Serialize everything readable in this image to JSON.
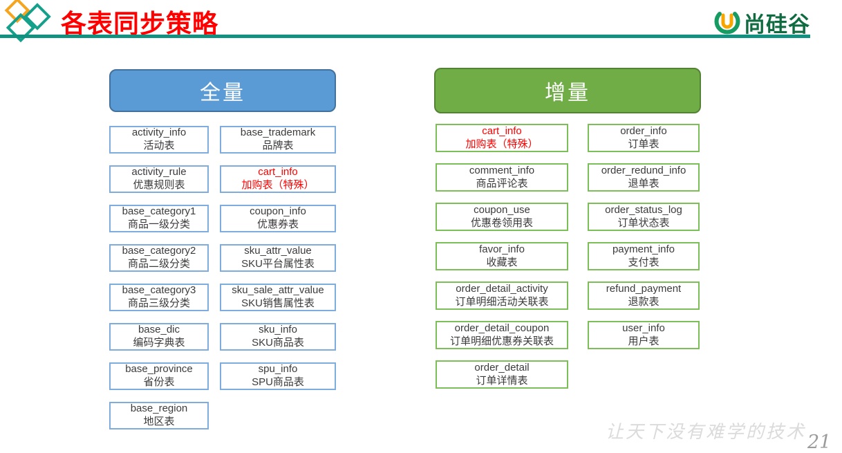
{
  "slide": {
    "title": "各表同步策略",
    "logo": {
      "text": "尚硅谷",
      "icon": "u-logo-icon"
    },
    "watermark": "让天下没有难学的技术",
    "page_number": "21"
  },
  "full": {
    "header": "全量",
    "col1": [
      {
        "name": "activity_info",
        "desc": "活动表"
      },
      {
        "name": "activity_rule",
        "desc": "优惠规则表"
      },
      {
        "name": "base_category1",
        "desc": "商品一级分类"
      },
      {
        "name": "base_category2",
        "desc": "商品二级分类"
      },
      {
        "name": "base_category3",
        "desc": "商品三级分类"
      },
      {
        "name": "base_dic",
        "desc": "编码字典表"
      },
      {
        "name": "base_province",
        "desc": "省份表"
      },
      {
        "name": "base_region",
        "desc": "地区表"
      }
    ],
    "col2": [
      {
        "name": "base_trademark",
        "desc": "品牌表"
      },
      {
        "name": "cart_info",
        "desc": "加购表（特殊）",
        "highlight": "red"
      },
      {
        "name": "coupon_info",
        "desc": "优惠券表"
      },
      {
        "name": "sku_attr_value",
        "desc": "SKU平台属性表"
      },
      {
        "name": "sku_sale_attr_value",
        "desc": "SKU销售属性表"
      },
      {
        "name": "sku_info",
        "desc": "SKU商品表"
      },
      {
        "name": "spu_info",
        "desc": "SPU商品表"
      }
    ]
  },
  "incr": {
    "header": "增量",
    "col1": [
      {
        "name": "cart_info",
        "desc": "加购表（特殊）",
        "highlight": "red"
      },
      {
        "name": "comment_info",
        "desc": "商品评论表"
      },
      {
        "name": "coupon_use",
        "desc": "优惠卷领用表"
      },
      {
        "name": "favor_info",
        "desc": "收藏表"
      },
      {
        "name": "order_detail_activity",
        "desc": "订单明细活动关联表"
      },
      {
        "name": "order_detail_coupon",
        "desc": "订单明细优惠券关联表"
      },
      {
        "name": "order_detail",
        "desc": "订单详情表"
      }
    ],
    "col2": [
      {
        "name": "order_info",
        "desc": "订单表"
      },
      {
        "name": "order_redund_info",
        "desc": "退单表"
      },
      {
        "name": "order_status_log",
        "desc": "订单状态表"
      },
      {
        "name": "payment_info",
        "desc": "支付表"
      },
      {
        "name": "refund_payment",
        "desc": "退款表"
      },
      {
        "name": "user_info",
        "desc": "用户表"
      }
    ]
  },
  "colors": {
    "title_red": "#FF0000",
    "full_header_fill": "#5B9BD5",
    "full_header_border": "#41719C",
    "full_box_border": "#7FACDF",
    "incr_header_fill": "#70AD47",
    "incr_header_border": "#548235",
    "incr_box_border": "#7CBE58",
    "divider_teal": "#11917F",
    "diamond_orange": "#F6A41D",
    "diamond_teal": "#14A08A",
    "logo_green": "#0F6B40",
    "logo_orange": "#F7A600",
    "watermark_gray": "#DBDBDB"
  }
}
